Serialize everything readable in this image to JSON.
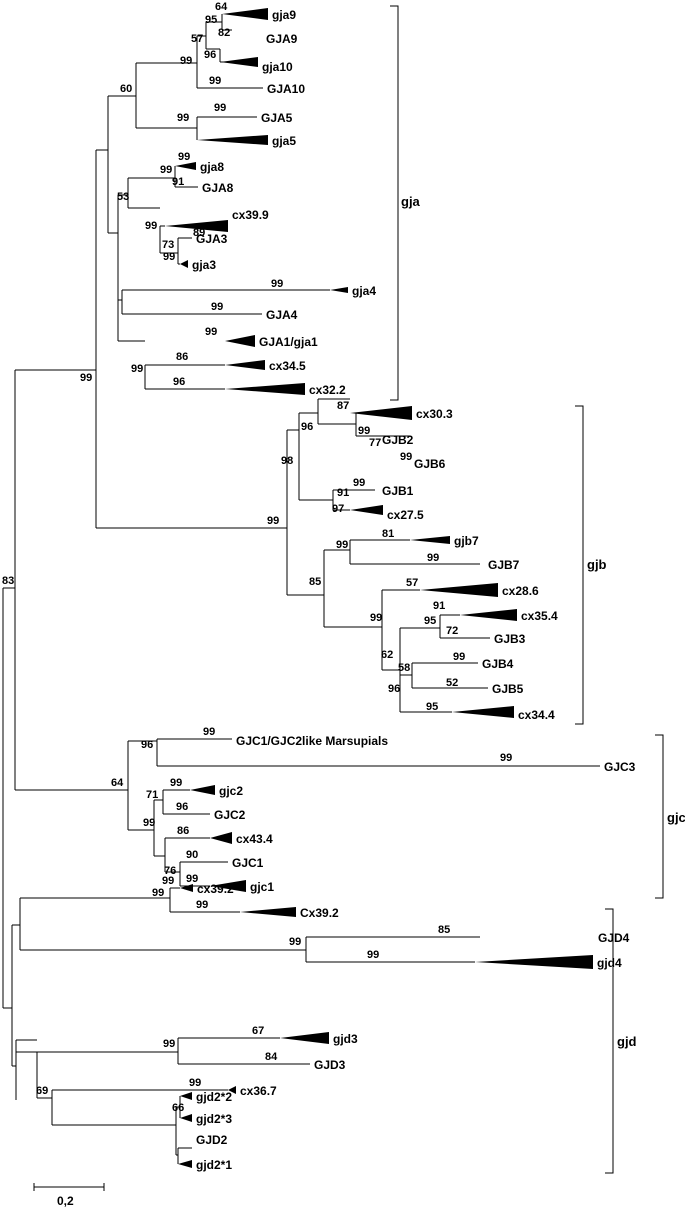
{
  "scale_bar": {
    "label": "0,2"
  },
  "groups": [
    "gja",
    "gjb",
    "gjc",
    "gjd"
  ],
  "tips": [
    "gja9",
    "GJA9",
    "gja10",
    "GJA10",
    "GJA5",
    "gja5",
    "gja8",
    "GJA8",
    "cx39.9",
    "GJA3",
    "gja3",
    "gja4",
    "GJA4",
    "GJA1/gja1",
    "cx34.5",
    "cx32.2",
    "cx30.3",
    "GJB2",
    "GJB6",
    "GJB1",
    "cx27.5",
    "gjb7",
    "GJB7",
    "cx28.6",
    "cx35.4",
    "GJB3",
    "GJB4",
    "GJB5",
    "cx34.4",
    "GJC1/GJC2like Marsupials",
    "GJC3",
    "gjc2",
    "GJC2",
    "cx43.4",
    "GJC1",
    "gjc1",
    "cx39.2",
    "Cx39.2",
    "GJD4",
    "gjd4",
    "gjd3",
    "GJD3",
    "cx36.7",
    "gjd2*2",
    "gjd2*3",
    "GJD2",
    "gjd2*1"
  ],
  "bootstrap": [
    "64",
    "95",
    "82",
    "57",
    "96",
    "99",
    "60",
    "99",
    "99",
    "99",
    "53",
    "91",
    "99",
    "99",
    "89",
    "99",
    "73",
    "99",
    "99",
    "99",
    "99",
    "86",
    "99",
    "96",
    "99",
    "87",
    "96",
    "99",
    "77",
    "98",
    "99",
    "91",
    "99",
    "97",
    "99",
    "81",
    "99",
    "99",
    "85",
    "57",
    "99",
    "91",
    "95",
    "72",
    "99",
    "58",
    "52",
    "96",
    "62",
    "95",
    "83",
    "99",
    "96",
    "99",
    "64",
    "99",
    "71",
    "96",
    "99",
    "86",
    "90",
    "76",
    "99",
    "99",
    "99",
    "99",
    "85",
    "99",
    "99",
    "99",
    "67",
    "84",
    "99",
    "69",
    "66"
  ]
}
